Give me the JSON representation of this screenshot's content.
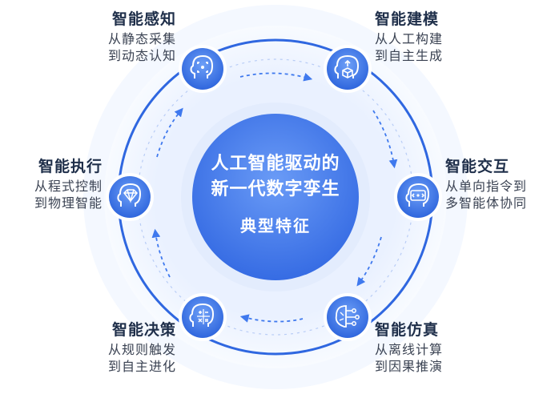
{
  "center": {
    "line1": "人工智能驱动的",
    "line2": "新一代数字孪生",
    "line3": "典型特征"
  },
  "features": [
    {
      "title": "智能感知",
      "line1": "从静态采集",
      "line2": "到动态认知",
      "icon": "head-scan-icon"
    },
    {
      "title": "智能建模",
      "line1": "从人工构建",
      "line2": "到自主生成",
      "icon": "head-cube-icon"
    },
    {
      "title": "智能交互",
      "line1": "从单向指令到",
      "line2": "多智能体协同",
      "icon": "head-link-icon"
    },
    {
      "title": "智能仿真",
      "line1": "从离线计算",
      "line2": "到因果推演",
      "icon": "brain-circuit-icon"
    },
    {
      "title": "智能决策",
      "line1": "从规则触发",
      "line2": "到自主进化",
      "icon": "head-calculator-icon"
    },
    {
      "title": "智能执行",
      "line1": "从程式控制",
      "line2": "到物理智能",
      "icon": "head-diamond-icon"
    }
  ],
  "colors": {
    "accent": "#3f79ee",
    "accent_dark": "#2f64d8",
    "ring": "#2f67e0",
    "title": "#1f2f4a"
  }
}
